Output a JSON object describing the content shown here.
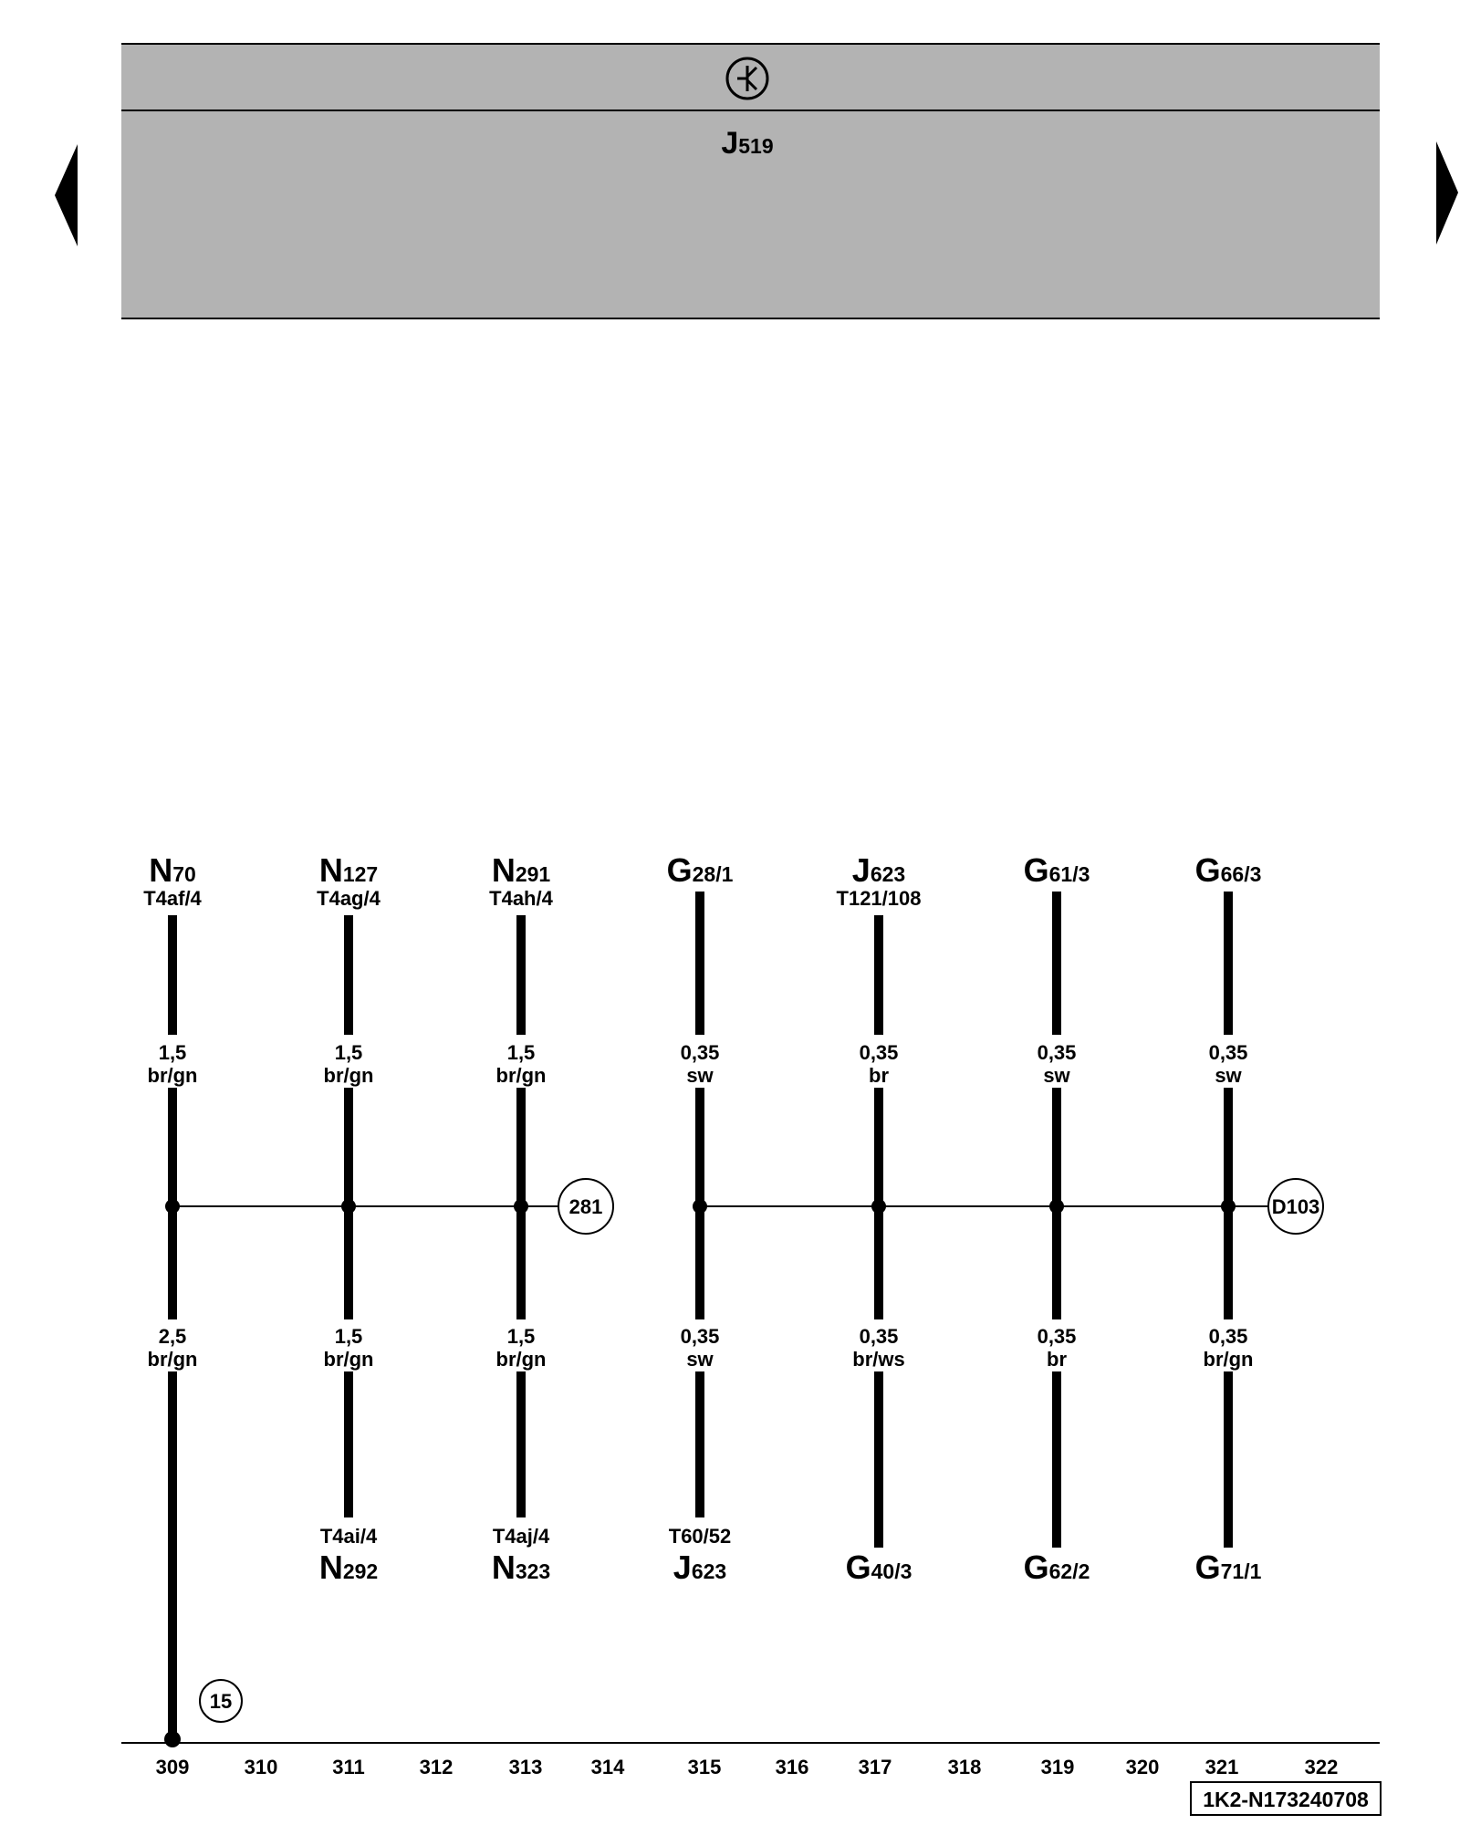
{
  "header": {
    "symbol_icon": "relay-ground-symbol-icon",
    "component": {
      "letter": "J",
      "sub": "519"
    },
    "band_color": "#b3b3b3"
  },
  "nav": {
    "prev_icon": "triangle-left-icon",
    "next_icon": "triangle-right-icon"
  },
  "wires": [
    {
      "track": "309",
      "top": {
        "letter": "N",
        "sub": "70",
        "pin": "T4af/4"
      },
      "upper": {
        "size": "1,5",
        "color": "br/gn"
      },
      "lower": {
        "size": "2,5",
        "color": "br/gn"
      },
      "bottom": null
    },
    {
      "track": "311",
      "top": {
        "letter": "N",
        "sub": "127",
        "pin": "T4ag/4"
      },
      "upper": {
        "size": "1,5",
        "color": "br/gn"
      },
      "lower": {
        "size": "1,5",
        "color": "br/gn"
      },
      "bottom": {
        "letter": "N",
        "sub": "292",
        "pin": "T4ai/4"
      }
    },
    {
      "track": "313",
      "top": {
        "letter": "N",
        "sub": "291",
        "pin": "T4ah/4"
      },
      "upper": {
        "size": "1,5",
        "color": "br/gn"
      },
      "lower": {
        "size": "1,5",
        "color": "br/gn"
      },
      "bottom": {
        "letter": "N",
        "sub": "323",
        "pin": "T4aj/4"
      }
    },
    {
      "track": "315",
      "top": {
        "letter": "G",
        "sub": "28/1",
        "pin": ""
      },
      "upper": {
        "size": "0,35",
        "color": "sw"
      },
      "lower": {
        "size": "0,35",
        "color": "sw"
      },
      "bottom": {
        "letter": "J",
        "sub": "623",
        "pin": "T60/52"
      }
    },
    {
      "track": "317",
      "top": {
        "letter": "J",
        "sub": "623",
        "pin": "T121/108"
      },
      "upper": {
        "size": "0,35",
        "color": "br"
      },
      "lower": {
        "size": "0,35",
        "color": "br/ws"
      },
      "bottom": {
        "letter": "G",
        "sub": "40/3",
        "pin": ""
      }
    },
    {
      "track": "319",
      "top": {
        "letter": "G",
        "sub": "61/3",
        "pin": ""
      },
      "upper": {
        "size": "0,35",
        "color": "sw"
      },
      "lower": {
        "size": "0,35",
        "color": "br"
      },
      "bottom": {
        "letter": "G",
        "sub": "62/2",
        "pin": ""
      }
    },
    {
      "track": "321",
      "top": {
        "letter": "G",
        "sub": "66/3",
        "pin": ""
      },
      "upper": {
        "size": "0,35",
        "color": "sw"
      },
      "lower": {
        "size": "0,35",
        "color": "br/gn"
      },
      "bottom": {
        "letter": "G",
        "sub": "71/1",
        "pin": ""
      }
    }
  ],
  "connectors": [
    {
      "label": "281"
    },
    {
      "label": "D103"
    }
  ],
  "terminal": {
    "label": "15"
  },
  "track_numbers": [
    "309",
    "310",
    "311",
    "312",
    "313",
    "314",
    "315",
    "316",
    "317",
    "318",
    "319",
    "320",
    "321",
    "322"
  ],
  "doc_id": "1K2-N173240708"
}
